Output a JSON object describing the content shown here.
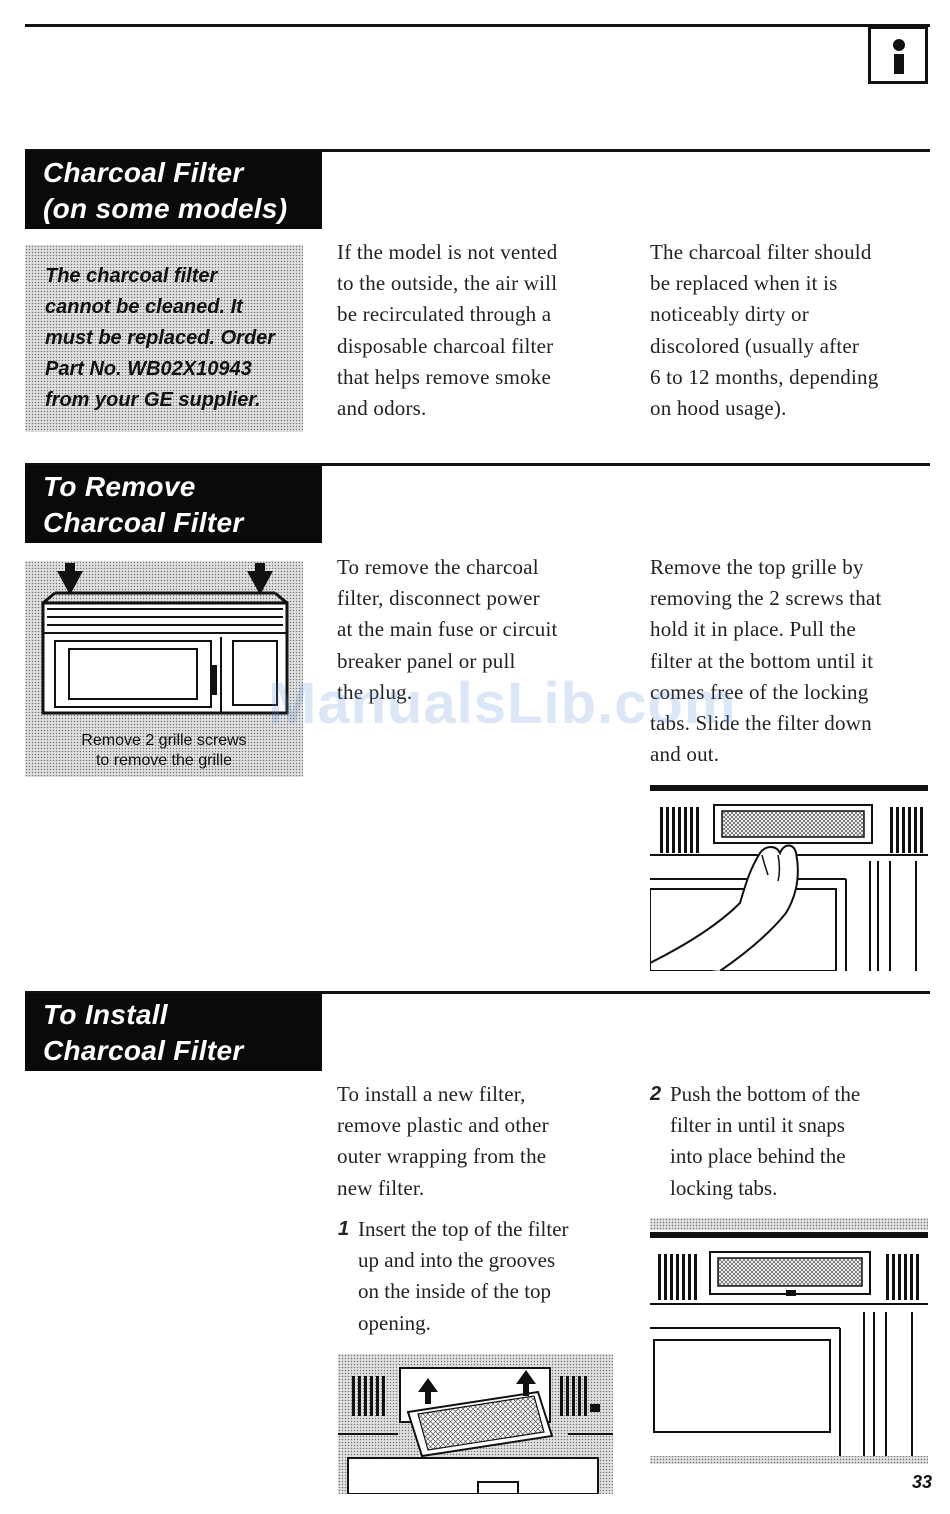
{
  "header": {
    "info_icon": "info-icon"
  },
  "sections": [
    {
      "title_lines": [
        "Charcoal Filter",
        "(on some models)"
      ],
      "note_lines": [
        "The charcoal filter",
        "cannot be cleaned. It",
        "must be replaced. Order",
        "Part No. WB02X10943",
        "from your GE supplier."
      ],
      "col1_lines": [
        "If the model is not vented",
        "to the outside, the air will",
        "be recirculated through a",
        "disposable charcoal filter",
        "that helps remove smoke",
        "and odors."
      ],
      "col2_lines": [
        "The charcoal filter should",
        "be replaced when it is",
        "noticeably dirty or",
        "discolored (usually after",
        "6 to 12 months, depending",
        "on hood usage)."
      ]
    },
    {
      "title_lines": [
        "To Remove",
        "Charcoal Filter"
      ],
      "figure_caption_lines": [
        "Remove 2 grille screws",
        "to remove the grille"
      ],
      "col1_lines": [
        "To remove the charcoal",
        "filter, disconnect power",
        "at the main fuse or circuit",
        "breaker panel or pull",
        "the plug."
      ],
      "col2_lines": [
        "Remove the top grille by",
        "removing the 2 screws that",
        "hold it in place. Pull the",
        "filter at the bottom until it",
        "comes free of the locking",
        "tabs. Slide the filter down",
        "and out."
      ]
    },
    {
      "title_lines": [
        "To Install",
        "Charcoal Filter"
      ],
      "col1_lines": [
        "To install a new filter,",
        "remove plastic and other",
        "outer wrapping from the",
        "new filter."
      ],
      "step1": {
        "number": "1",
        "lines": [
          "Insert the top of the filter",
          "up and into the grooves",
          "on the inside of the top",
          "opening."
        ]
      },
      "step2": {
        "number": "2",
        "lines": [
          "Push the bottom of the",
          "filter in until it snaps",
          "into place behind the",
          "locking tabs."
        ]
      }
    }
  ],
  "watermark": "ManualsLib.com",
  "page_number": "33"
}
